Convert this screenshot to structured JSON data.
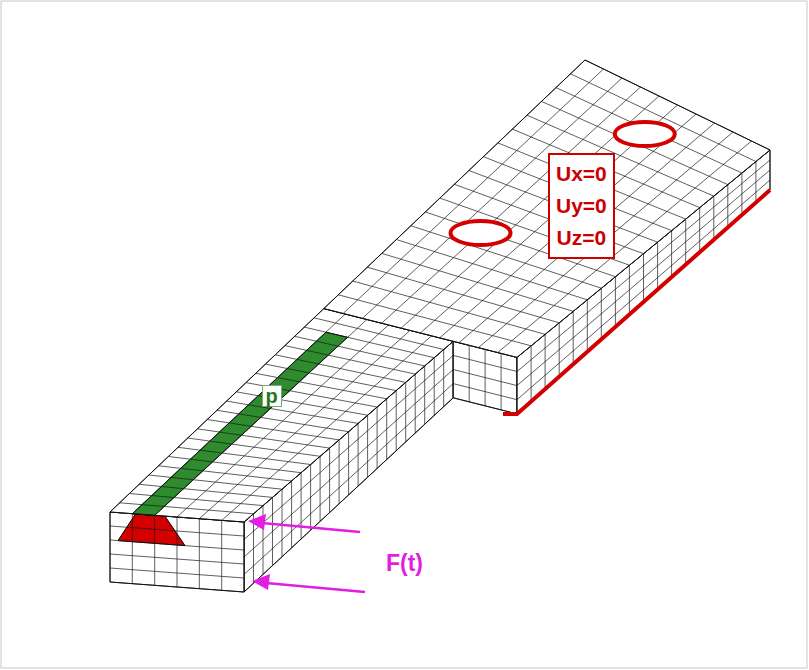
{
  "diagram": {
    "nodes": [
      {
        "text": [
          "Ux=0 Uy=0 Uz=0"
        ]
      }
    ],
    "labels": [
      "p",
      "F(t)"
    ]
  }
}
